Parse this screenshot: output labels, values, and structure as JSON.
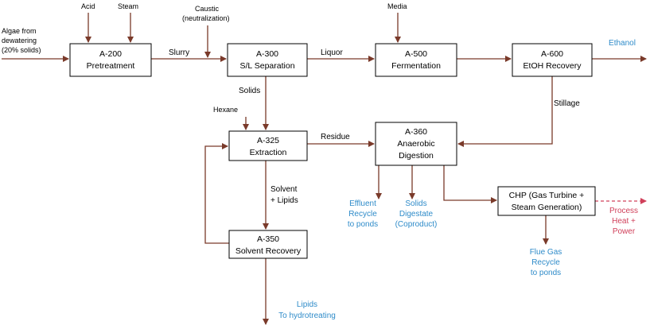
{
  "boxes": {
    "a200": {
      "id": "A-200",
      "name": "Pretreatment"
    },
    "a300": {
      "id": "A-300",
      "name": "S/L Separation"
    },
    "a500": {
      "id": "A-500",
      "name": "Fermentation"
    },
    "a600": {
      "id": "A-600",
      "name": "EtOH Recovery"
    },
    "a325": {
      "id": "A-325",
      "name": "Extraction"
    },
    "a360": {
      "id": "A-360",
      "line2": "Anaerobic",
      "line3": "Digestion"
    },
    "a350": {
      "id": "A-350",
      "name": "Solvent Recovery"
    },
    "chp": {
      "line1": "CHP (Gas Turbine +",
      "line2": "Steam Generation)"
    }
  },
  "inputs": {
    "algae_l1": "Algae from",
    "algae_l2": "dewatering",
    "algae_l3": "(20% solids)",
    "acid": "Acid",
    "steam": "Steam",
    "caustic_l1": "Caustic",
    "caustic_l2": "(neutralization)",
    "media": "Media",
    "hexane": "Hexane"
  },
  "streams": {
    "slurry": "Slurry",
    "liquor": "Liquor",
    "solids": "Solids",
    "stillage": "Stillage",
    "residue": "Residue",
    "solvent_l1": "Solvent",
    "solvent_l2": "+ Lipids"
  },
  "outputs": {
    "ethanol": "Ethanol",
    "effluent_l1": "Effluent",
    "effluent_l2": "Recycle",
    "effluent_l3": "to ponds",
    "solids_l1": "Solids",
    "solids_l2": "Digestate",
    "solids_l3": "(Coproduct)",
    "flue_l1": "Flue Gas",
    "flue_l2": "Recycle",
    "flue_l3": "to ponds",
    "process_l1": "Process",
    "process_l2": "Heat +",
    "process_l3": "Power",
    "lipids_l1": "Lipids",
    "lipids_l2": "To hydrotreating"
  },
  "colors": {
    "arrow": "#7a3a2a",
    "output_text": "#2e8bc9",
    "power_text": "#d0405a"
  }
}
